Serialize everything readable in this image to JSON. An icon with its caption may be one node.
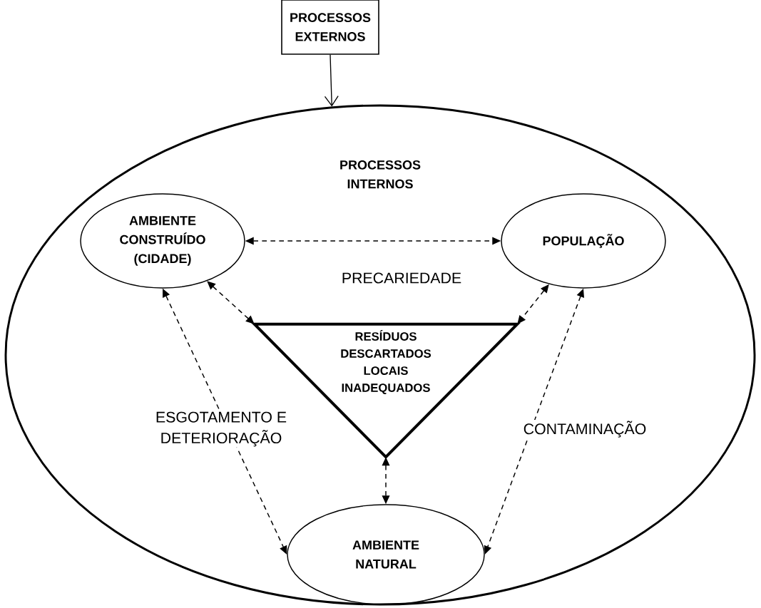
{
  "diagram": {
    "nodes": [
      {
        "text": [
          "PROCESSOS EXTERNOS"
        ]
      },
      {
        "text": [
          "PROCESSOS INTERNOS"
        ]
      },
      {
        "text": [
          "AMBIENTE CONSTRUÍDO (CIDADE)"
        ],
        "in": 1
      },
      {
        "text": [
          "POPULAÇÃO"
        ],
        "in": 1
      },
      {
        "text": [
          "RESÍDUOS DESCARTADOS LOCAIS INADEQUADOS"
        ],
        "in": 1
      },
      {
        "text": [
          "AMBIENTE NATURAL"
        ],
        "in": 1
      }
    ],
    "edges": [
      {
        "from": 0,
        "to": 1,
        "arrow": "to"
      },
      {
        "from": 2,
        "to": 3,
        "arrow": "both",
        "style": "dashed",
        "label": "PRECARIEDADE"
      },
      {
        "from": 2,
        "to": 4,
        "arrow": "both",
        "style": "dashed"
      },
      {
        "from": 3,
        "to": 4,
        "arrow": "both",
        "style": "dashed"
      },
      {
        "from": 4,
        "to": 5,
        "arrow": "both",
        "style": "dashed"
      },
      {
        "from": 2,
        "to": 5,
        "arrow": "both",
        "style": "dashed",
        "label": "ESGOTAMENTO E DETERIORAÇÃO"
      },
      {
        "from": 3,
        "to": 5,
        "arrow": "both",
        "style": "dashed",
        "label": "CONTAMINAÇÃO"
      }
    ]
  }
}
